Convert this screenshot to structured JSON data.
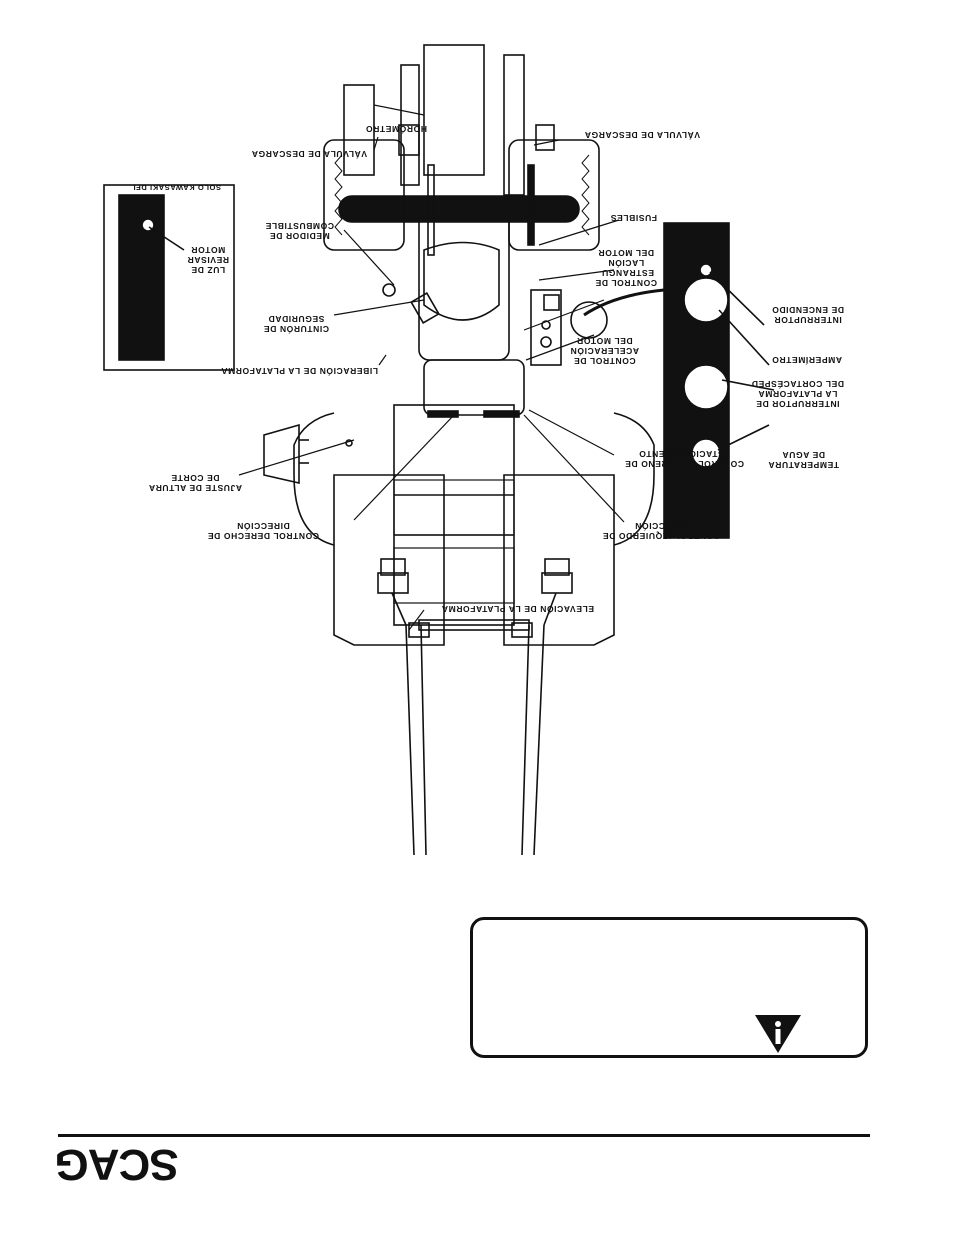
{
  "labels": {
    "horometro": "HORÓMETRO",
    "valvula_izq": "VÁLVULA DE DESCARGA",
    "valvula_der": "VÁLVULA DE DESCARGA",
    "medidor": [
      "MEDIDOR DE",
      "COMBUSTIBLE"
    ],
    "fusibles": "FUSIBLES",
    "estrangulacion": [
      "CONTROL DE",
      "ESTRANGU-",
      "LACIÓN",
      "DEL MOTOR"
    ],
    "aceleracion": [
      "CONTROL DE",
      "ACELERACIÓN",
      "DEL MOTOR"
    ],
    "cinturon": [
      "CINTURÓN DE",
      "SEGURIDAD"
    ],
    "liberacion": "LIBERACIÓN DE LA PLATAFORMA",
    "ajuste": [
      "AJUSTE DE ALTURA",
      "DE CORTE"
    ],
    "derecho": [
      "CONTROL DERECHO DE",
      "DIRECCIÓN"
    ],
    "izquierdo": [
      "CONTROL IZQUIERDO DE",
      "DIRECCIÓN"
    ],
    "freno": [
      "CONTROL DEL FRENO DE",
      "ESTACIONAMIENTO"
    ],
    "elevacion": "ELEVACIÓN DE LA PLATAFORMA",
    "encendido": [
      "INTERRUPTOR",
      "DE ENCENDIDO"
    ],
    "amperimetro": "AMPERÍMETRO",
    "int_plataforma": [
      "INTERRUPTOR DE",
      "LA PLATAFORMA",
      "DEL CORTACÉSPED"
    ],
    "temperatura": [
      "TEMPERATURA",
      "DE AGUA"
    ],
    "luz": [
      "LUZ DE",
      "REVISAR",
      "MOTOR"
    ],
    "kawasaki": "SOLO KAWASAKI DFI"
  },
  "brand": {
    "logo_text": "SCAG"
  },
  "icons": {
    "warning": "info-triangle-icon"
  }
}
